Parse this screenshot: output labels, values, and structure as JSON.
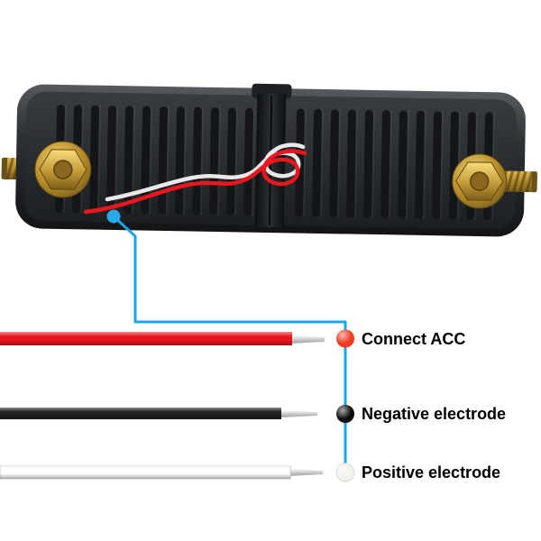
{
  "device": {
    "description": "LED light bar rear panel with two brass mounting bolts and red/white pigtail wires",
    "body_color": "#2e3134",
    "rib_color": "#131518",
    "bolt_color": "#c09a33"
  },
  "pointer": {
    "color": "#18a6e8",
    "dot_color": "#2aa9e6"
  },
  "wires": [
    {
      "label": "Connect ACC",
      "insulation_color": "#e8161d",
      "dot_color": "#ee3a1f",
      "tip_color": "#c9c9c9"
    },
    {
      "label": "Negative electrode",
      "insulation_color": "#1f1f1f",
      "dot_color": "#0d0d0d",
      "tip_color": "#c9c9c9"
    },
    {
      "label": "Positive electrode",
      "insulation_color": "#fdfdfd",
      "dot_color": "#f3f1ec",
      "tip_color": "#c9c9c9"
    }
  ]
}
